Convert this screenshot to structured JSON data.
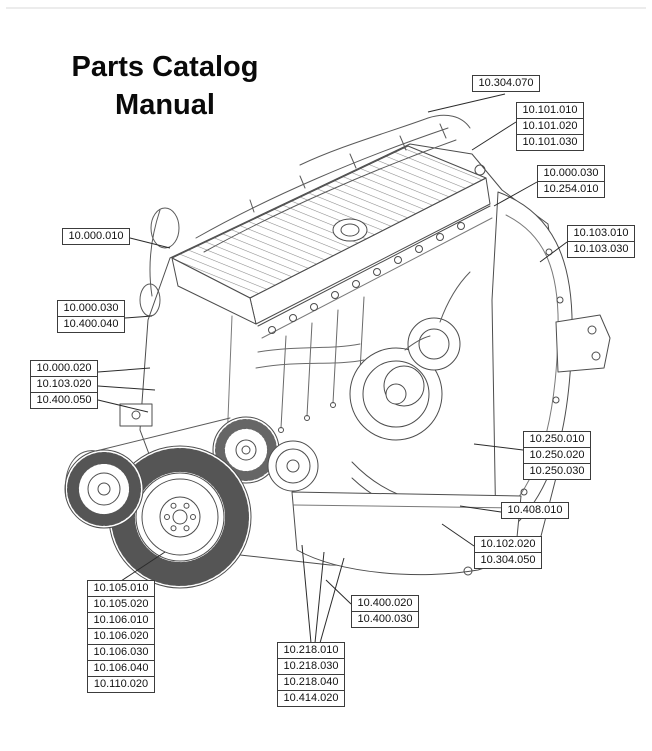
{
  "title": {
    "line1": "Parts Catalog",
    "line2": "Manual"
  },
  "colors": {
    "line_art": "#4d4d4d",
    "callout_border": "#3c3c3c",
    "leader_line": "#2b2b2b",
    "text": "#0a0a0a"
  },
  "callout_groups": [
    {
      "name": "top",
      "labels": [
        "10.304.070"
      ]
    },
    {
      "name": "upper-right",
      "labels": [
        "10.101.010",
        "10.101.020",
        "10.101.030"
      ]
    },
    {
      "name": "right-upper",
      "labels": [
        "10.000.030",
        "10.254.010"
      ]
    },
    {
      "name": "right-mid",
      "labels": [
        "10.103.010",
        "10.103.030"
      ]
    },
    {
      "name": "left-upper",
      "labels": [
        "10.000.010"
      ]
    },
    {
      "name": "left-mid",
      "labels": [
        "10.000.030",
        "10.400.040"
      ]
    },
    {
      "name": "left-lower",
      "labels": [
        "10.000.020",
        "10.103.020",
        "10.400.050"
      ]
    },
    {
      "name": "right-lower",
      "labels": [
        "10.250.010",
        "10.250.020",
        "10.250.030"
      ]
    },
    {
      "name": "right-bottom",
      "labels": [
        "10.408.010"
      ]
    },
    {
      "name": "bottom-right",
      "labels": [
        "10.102.020",
        "10.304.050"
      ]
    },
    {
      "name": "bottom-left",
      "labels": [
        "10.105.010",
        "10.105.020",
        "10.106.010",
        "10.106.020",
        "10.106.030",
        "10.106.040",
        "10.110.020"
      ]
    },
    {
      "name": "bottom-center-left",
      "labels": [
        "10.400.020",
        "10.400.030"
      ]
    },
    {
      "name": "bottom-center",
      "labels": [
        "10.218.010",
        "10.218.030",
        "10.218.040",
        "10.414.020"
      ]
    }
  ]
}
